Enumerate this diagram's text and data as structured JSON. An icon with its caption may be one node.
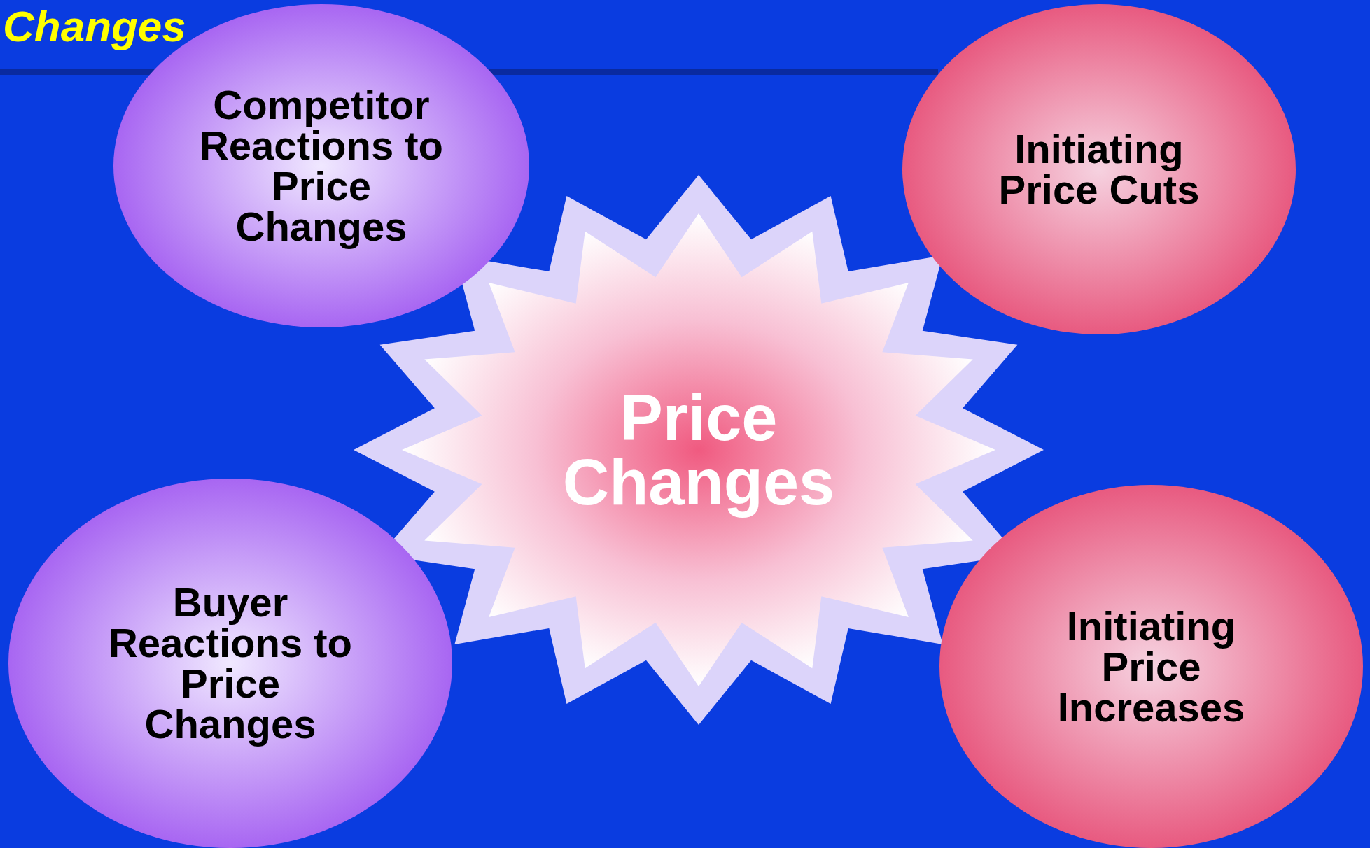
{
  "diagram": {
    "title": "Changes",
    "nodes": [
      {
        "text": [
          "Price Changes"
        ]
      },
      {
        "text": [
          "Competitor Reactions to Price Changes"
        ]
      },
      {
        "text": [
          "Initiating Price Cuts"
        ]
      },
      {
        "text": [
          "Buyer Reactions to Price Changes"
        ]
      },
      {
        "text": [
          "Initiating Price Increases"
        ]
      }
    ]
  }
}
